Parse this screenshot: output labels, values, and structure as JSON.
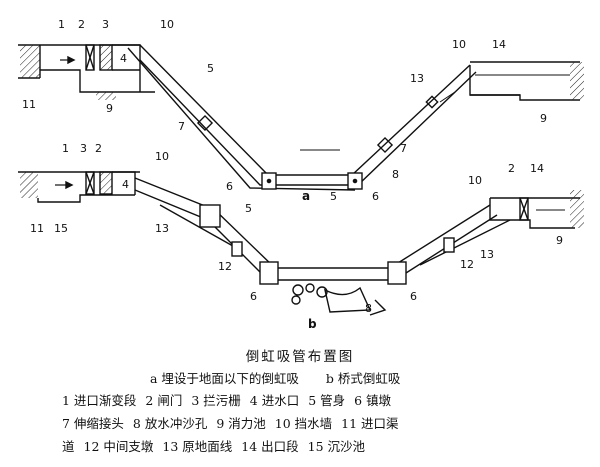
{
  "figure": {
    "title": "倒虹吸管布置图",
    "sub_a": "a 埋设于地面以下的倒虹吸",
    "sub_b": "b 桥式倒虹吸",
    "label_a": "a",
    "label_b": "b"
  },
  "legend": {
    "row1": [
      "1 进口渐变段",
      "2 闸门",
      "3 拦污栅",
      "4 进水口",
      "5 管身",
      "6 镇墩"
    ],
    "row2": [
      "7 伸缩接头",
      "8 放水冲沙孔",
      "9 消力池",
      "10 挡水墙",
      "11 进口渠"
    ],
    "row3": [
      "道",
      "12 中间支墩",
      "13 原地面线",
      "14 出口段",
      "15 沉沙池"
    ]
  },
  "numbers": {
    "n1": "1",
    "n2": "2",
    "n3": "3",
    "n4": "4",
    "n5": "5",
    "n6": "6",
    "n7": "7",
    "n8": "8",
    "n9": "9",
    "n10": "10",
    "n11": "11",
    "n12": "12",
    "n13": "13",
    "n14": "14",
    "n15": "15"
  }
}
